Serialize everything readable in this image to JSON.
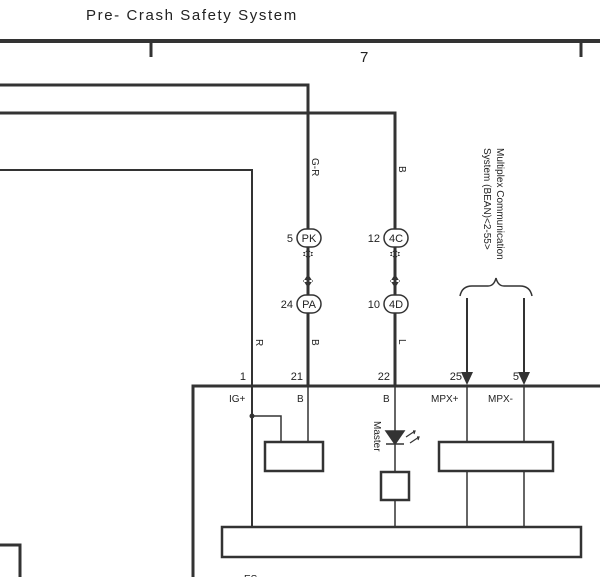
{
  "title": "Pre- Crash Safety System",
  "page_number": "7",
  "wires": {
    "gr": "G-R",
    "b_top": "B",
    "r": "R",
    "b_lower": "B",
    "l": "L"
  },
  "connectors": {
    "pk": {
      "code": "PK",
      "pin": "5"
    },
    "pa": {
      "code": "PA",
      "pin": "24"
    },
    "c4c": {
      "code": "4C",
      "pin": "12"
    },
    "c4d": {
      "code": "4D",
      "pin": "10"
    }
  },
  "pins": {
    "p1": "1",
    "p21": "21",
    "p22": "22",
    "p25": "25",
    "p5": "5"
  },
  "terminals": {
    "ig": "IG+",
    "b1": "B",
    "b2": "B",
    "mpxp": "MPX+",
    "mpxm": "MPX-"
  },
  "master_label": "Master",
  "bus_note_line1": "Multiplex Communication",
  "bus_note_line2": "System (BEAN)<2-55>",
  "bottom_text": "ES"
}
